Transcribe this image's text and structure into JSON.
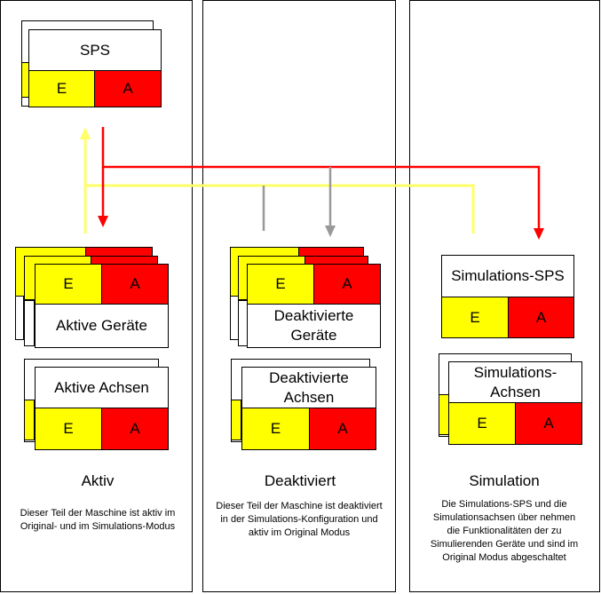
{
  "labels": {
    "plc": "SPS",
    "input": "E",
    "output": "A",
    "active_devices": "Aktive Geräte",
    "active_axes": "Aktive Achsen",
    "deactivated_devices": "Deaktivierte Geräte",
    "deactivated_axes": "Deaktivierte Achsen",
    "sim_plc": "Simulations-SPS",
    "sim_axes": "Simulations-Achsen"
  },
  "columns": {
    "active": {
      "title": "Aktiv",
      "description": "Dieser Teil der Maschine ist aktiv im Original- und im Simulations-Modus"
    },
    "deactivated": {
      "title": "Deaktiviert",
      "description": "Dieser Teil der Maschine ist deaktiviert in der Simulations-Konfiguration und aktiv im Original Modus"
    },
    "simulation": {
      "title": "Simulation",
      "description": "Die Simulations-SPS und die Simulationsachsen über nehmen die Funktionalitäten der zu Simulierenden Geräte und sind im Original Modus abgeschaltet"
    }
  },
  "colors": {
    "input": "#ffff00",
    "output": "#ff0000",
    "signal_red": "#ff0000",
    "signal_yellow": "#ffff66",
    "signal_gray": "#999999"
  }
}
